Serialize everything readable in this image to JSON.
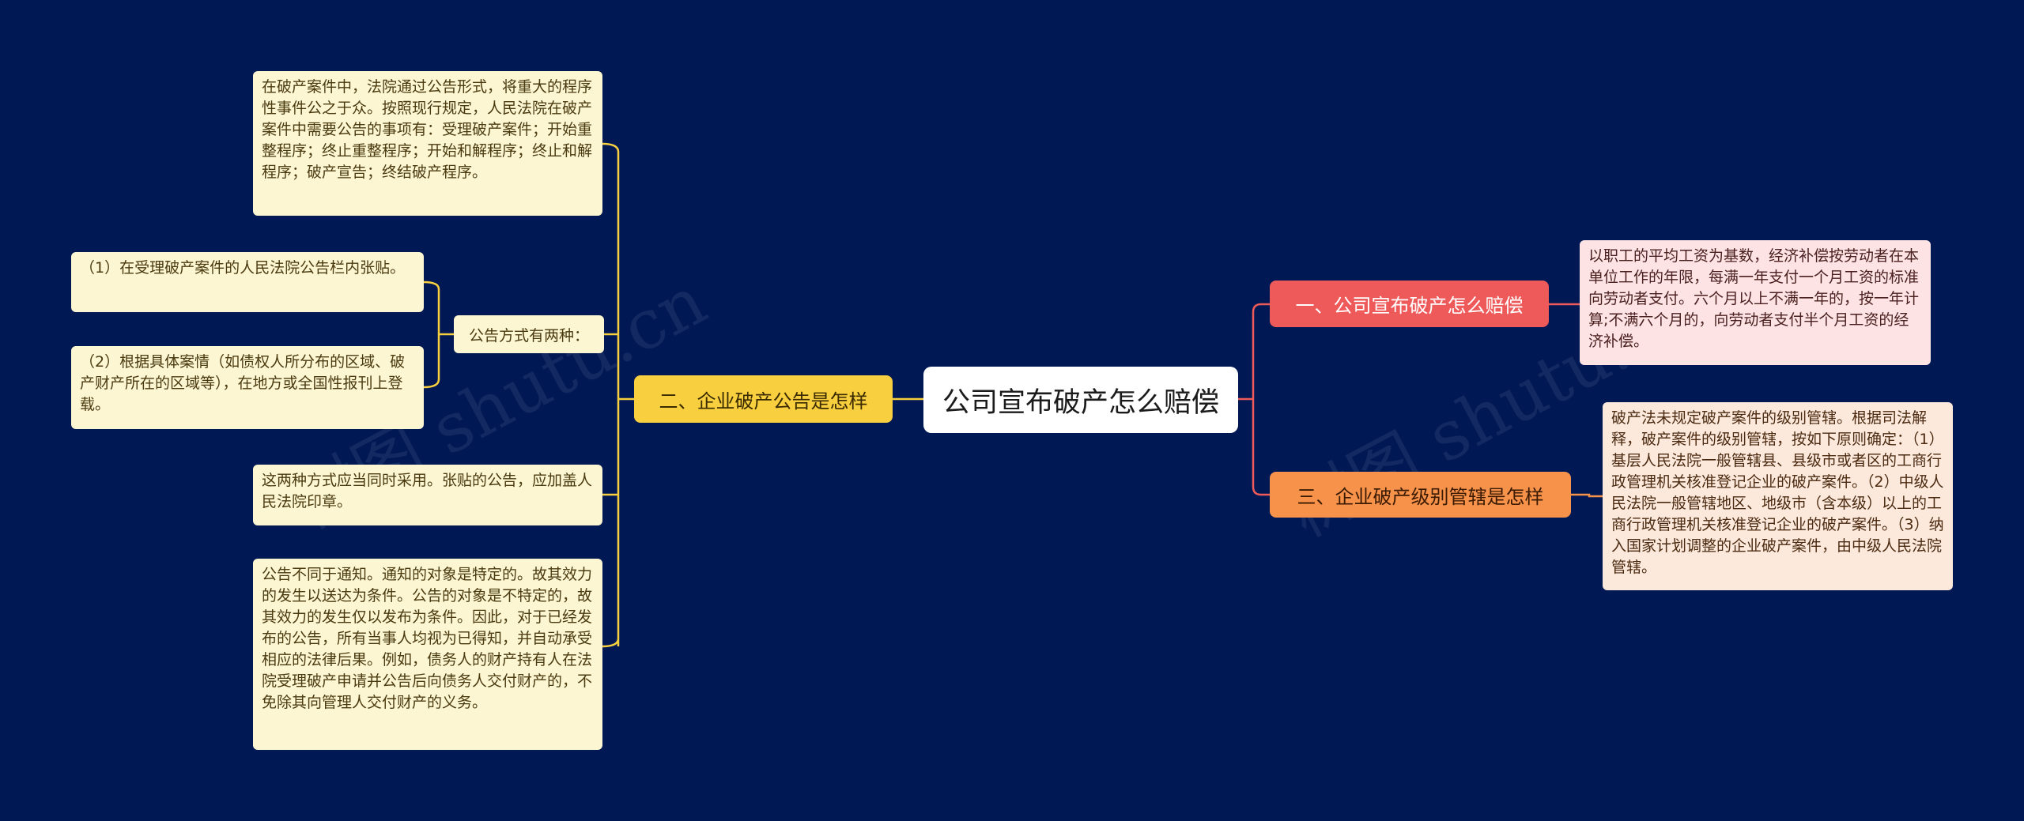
{
  "root": {
    "label": "公司宣布破产怎么赔偿"
  },
  "branches": {
    "left": {
      "label": "二、企业破产公告是怎样"
    },
    "right1": {
      "label": "一、公司宣布破产怎么赔偿"
    },
    "right2": {
      "label": "三、企业破产级别管辖是怎样"
    }
  },
  "left_children": {
    "leaf1": "在破产案件中，法院通过公告形式，将重大的程序性事件公之于众。按照现行规定，人民法院在破产案件中需要公告的事项有：受理破产案件；开始重整程序；终止重整程序；开始和解程序；终止和解程序；破产宣告；终结破产程序。",
    "mid": "公告方式有两种：",
    "mid_child1": "（1）在受理破产案件的人民法院公告栏内张贴。",
    "mid_child2": "（2）根据具体案情（如债权人所分布的区域、破产财产所在的区域等），在地方或全国性报刊上登载。",
    "leaf4": "这两种方式应当同时采用。张贴的公告，应加盖人民法院印章。",
    "leaf5": "公告不同于通知。通知的对象是特定的。故其效力的发生以送达为条件。公告的对象是不特定的，故其效力的发生仅以发布为条件。因此，对于已经发布的公告，所有当事人均视为已得知，并自动承受相应的法律后果。例如，债务人的财产持有人在法院受理破产申请并公告后向债务人交付财产的，不免除其向管理人交付财产的义务。"
  },
  "right_children": {
    "r1": "以职工的平均工资为基数，经济补偿按劳动者在本单位工作的年限，每满一年支付一个月工资的标准向劳动者支付。六个月以上不满一年的，按一年计算;不满六个月的，向劳动者支付半个月工资的经济补偿。",
    "r2": "破产法未规定破产案件的级别管辖。根据司法解释，破产案件的级别管辖，按如下原则确定：（1）基层人民法院一般管辖县、县级市或者区的工商行政管理机关核准登记企业的破产案件。（2）中级人民法院一般管辖地区、地级市（含本级）以上的工商行政管理机关核准登记企业的破产案件。（3）纳入国家计划调整的企业破产案件，由中级人民法院管辖。"
  },
  "watermark": {
    "text": "树图 shutu.cn"
  },
  "colors": {
    "background": "#001955",
    "left_branch": "#f8cf3f",
    "right1_branch": "#ee5a59",
    "right2_branch": "#f7924b",
    "left_line": "#f8cf3f",
    "right1_line": "#ee5a59",
    "right2_line": "#f7924b",
    "root_line": "#f8cf3f"
  }
}
